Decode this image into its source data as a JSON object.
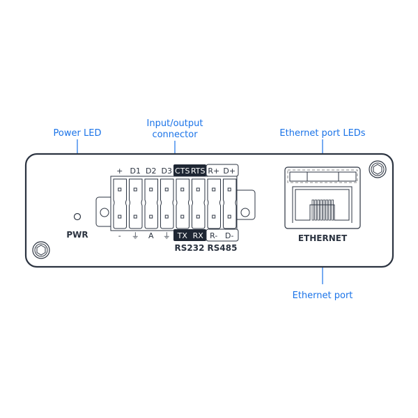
{
  "diagram": {
    "callouts": {
      "power_led": "Power LED",
      "io_connector_line1": "Input/output",
      "io_connector_line2": "connector",
      "ethernet_leds": "Ethernet port LEDs",
      "ethernet_port": "Ethernet port"
    },
    "panel": {
      "pwr_label": "PWR",
      "ethernet_label": "ETHERNET"
    },
    "connector": {
      "top_labels": [
        "+",
        "D1",
        "D2",
        "D3",
        "CTS",
        "RTS",
        "R+",
        "D+"
      ],
      "bottom_labels": [
        "-",
        "⏚",
        "A",
        "⏚",
        "TX",
        "RX",
        "R-",
        "D-"
      ],
      "group_labels": {
        "rs232": "RS232",
        "rs485": "RS485"
      }
    },
    "colors": {
      "callout": "#1a73e8",
      "outline": "#2b3340",
      "highlight_bg": "#1e2633"
    }
  }
}
